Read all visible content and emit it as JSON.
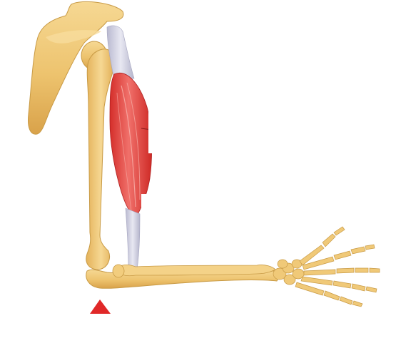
{
  "diagram": {
    "subject": "arm-lever",
    "colors": {
      "bone": "#f0c978",
      "bone_shade": "#d9a94f",
      "bone_outline": "#c89a45",
      "muscle": "#e2403a",
      "muscle_light": "#f2908a",
      "tendon": "#c9c9dc",
      "fulcrum": "#e02828"
    },
    "parts": [
      "scapula",
      "humerus",
      "biceps-muscle",
      "tendon",
      "elbow-joint",
      "radius",
      "ulna",
      "carpals",
      "metacarpals",
      "phalanges",
      "fulcrum"
    ],
    "label_boxes": [
      "blank-label-1",
      "blank-label-2"
    ]
  }
}
